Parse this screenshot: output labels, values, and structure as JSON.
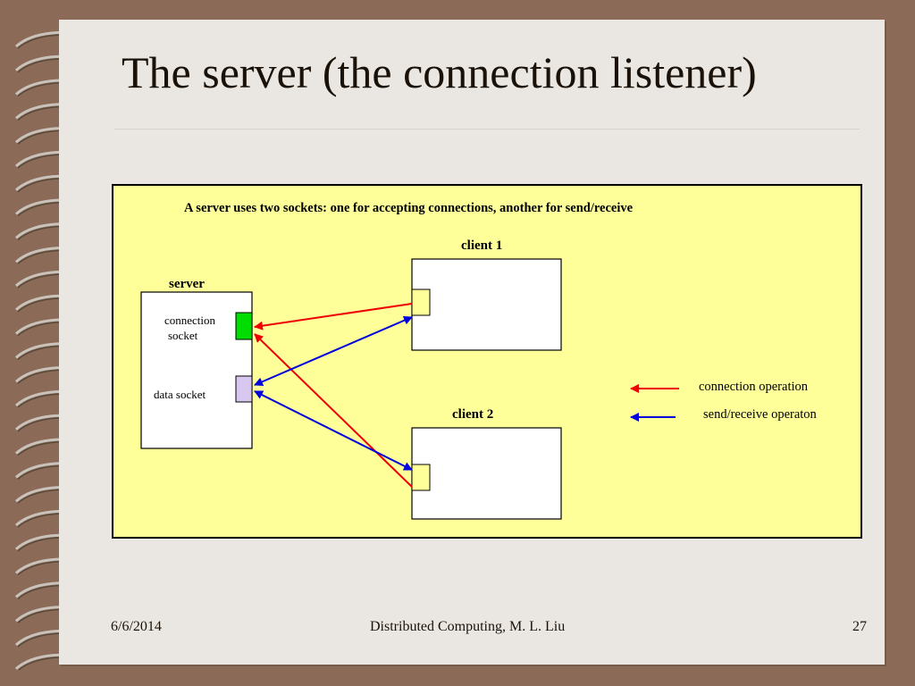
{
  "slide": {
    "title": "The server (the connection listener)",
    "footer_date": "6/6/2014",
    "footer_center": "Distributed Computing, M. L. Liu",
    "page_number": "27"
  },
  "diagram": {
    "caption": "A server uses two sockets: one for accepting connections, another for send/receive",
    "server_label": "server",
    "connection_socket_label_line1": "connection",
    "connection_socket_label_line2": "socket",
    "data_socket_label": "data socket",
    "client1_label": "client 1",
    "client2_label": "client 2",
    "legend": {
      "connection": "connection operation",
      "send_receive": "send/receive operaton"
    },
    "colors": {
      "background": "#ffff99",
      "connection_socket": "#00dd00",
      "data_socket": "#d8c8f0",
      "client_socket": "#ffff99",
      "connection_arrow": "#ee0000",
      "send_receive_arrow": "#0000dd"
    }
  }
}
